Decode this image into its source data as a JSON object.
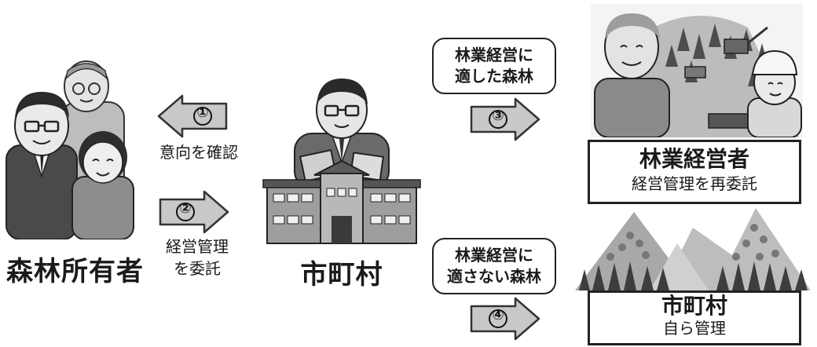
{
  "owner": {
    "label": "森林所有者"
  },
  "municipality": {
    "label": "市町村"
  },
  "arrow1": {
    "num": "①",
    "caption": "意向を確認"
  },
  "arrow2": {
    "num": "②",
    "caption_line1": "経営管理",
    "caption_line2": "を委託"
  },
  "arrow3": {
    "num": "③"
  },
  "arrow4": {
    "num": "④"
  },
  "suitable_forest": {
    "line1": "林業経営に",
    "line2": "適した森林"
  },
  "unsuitable_forest": {
    "line1": "林業経営に",
    "line2": "適さない森林"
  },
  "operator_box": {
    "title": "林業経営者",
    "subtitle": "経営管理を再委託"
  },
  "self_manage_box": {
    "title": "市町村",
    "subtitle": "自ら管理"
  }
}
